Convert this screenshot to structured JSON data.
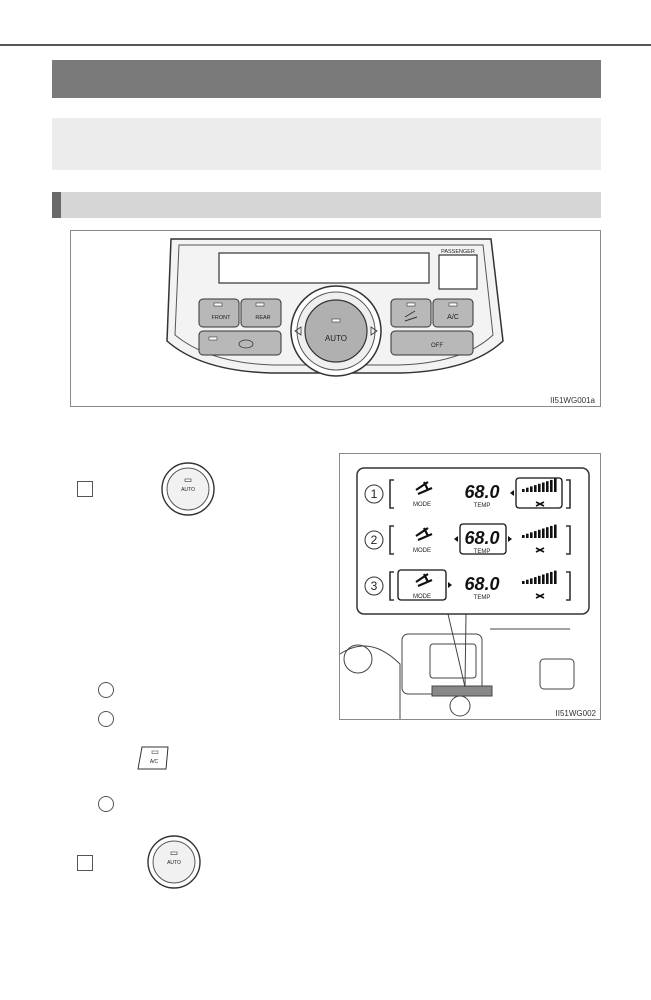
{
  "figure1": {
    "passenger_label": "PASSENGER",
    "front_label": "FRONT",
    "rear_label": "REAR",
    "auto_label": "AUTO",
    "ac_label": "A/C",
    "off_label": "OFF",
    "image_code": "II51WG001a"
  },
  "figure2": {
    "mode_label": "MODE",
    "temp_label": "TEMP",
    "temp_value": "68.0",
    "image_code": "II51WG002",
    "rows": [
      {
        "number": "1",
        "selected": "fan"
      },
      {
        "number": "2",
        "selected": "temp"
      },
      {
        "number": "3",
        "selected": "mode"
      }
    ]
  },
  "inline_buttons": {
    "auto_label": "AUTO",
    "ac_label": "A/C"
  },
  "colors": {
    "title_bar": "#7a7a7a",
    "intro_box": "#ececec",
    "section_bar": "#d6d6d6",
    "rule": "#555555"
  }
}
